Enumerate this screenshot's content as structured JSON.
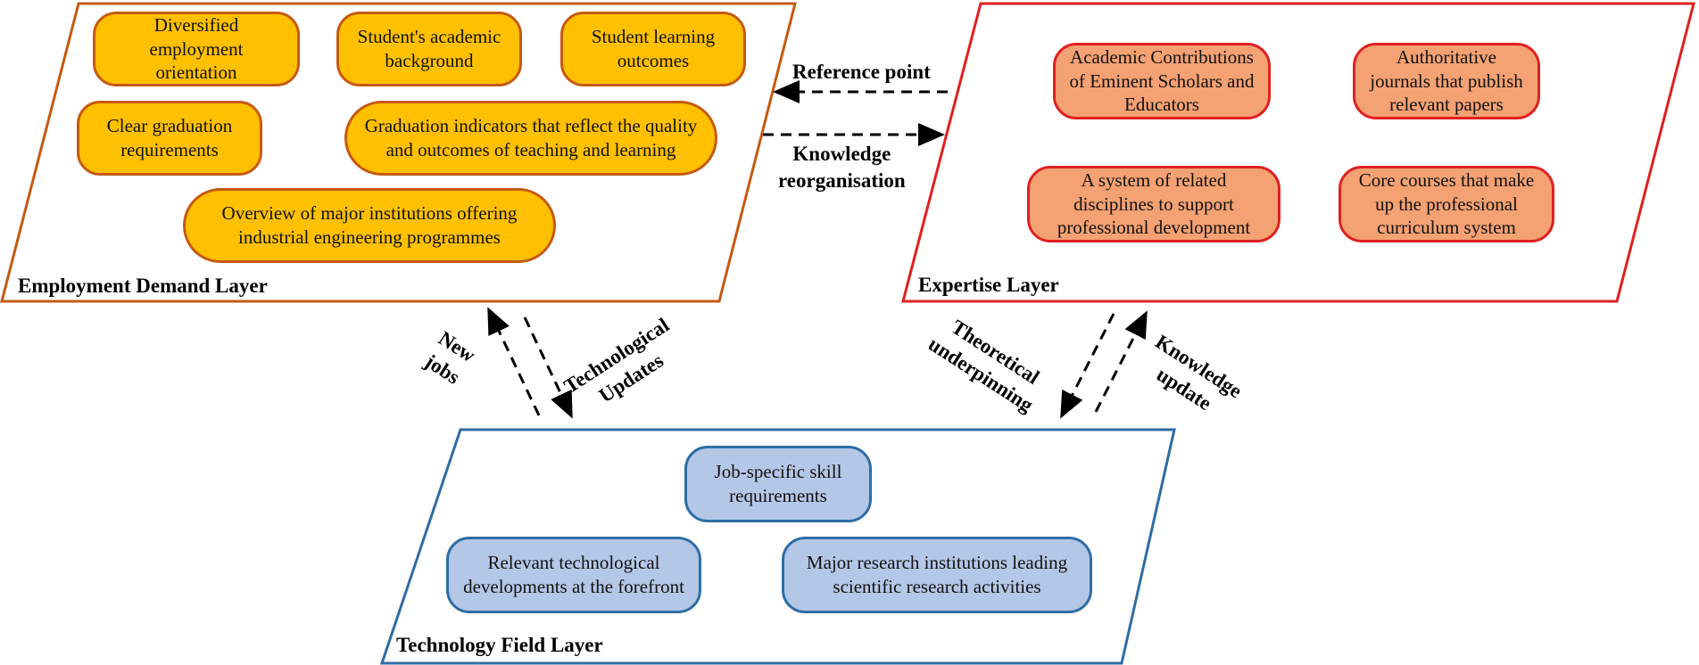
{
  "colors": {
    "employment_fill": "#FFC000",
    "employment_border": "#C55A11",
    "expertise_fill": "#F4A173",
    "expertise_border": "#E02020",
    "technology_fill": "#B4C7E7",
    "technology_border": "#2E6DA4"
  },
  "employment_layer": {
    "title": "Employment Demand Layer",
    "nodes": [
      "Diversified employment\norientation",
      "Student's academic\nbackground",
      "Student learning\noutcomes",
      "Clear graduation\nrequirements",
      "Graduation indicators that reflect the quality\nand outcomes of teaching and learning",
      "Overview of major institutions offering\nindustrial engineering programmes"
    ]
  },
  "expertise_layer": {
    "title": "Expertise Layer",
    "nodes": [
      "Academic Contributions\nof Eminent Scholars and\nEducators",
      "Authoritative\njournals that publish\nrelevant papers",
      "A system of related\ndisciplines to support\nprofessional development",
      "Core courses that make\nup the professional\ncurriculum system"
    ]
  },
  "technology_layer": {
    "title": "Technology Field Layer",
    "nodes": [
      "Job-specific skill\nrequirements",
      "Relevant technological\ndevelopments at the forefront",
      "Major research institutions leading\nscientific research activities"
    ]
  },
  "arrows": {
    "reference_point": "Reference point",
    "knowledge_reorganisation": "Knowledge\nreorganisation",
    "new_jobs": "New\njobs",
    "technological_updates": "Technological\nUpdates",
    "theoretical_underpinning": "Theoretical\nunderpinning",
    "knowledge_update": "Knowledge\nupdate"
  }
}
